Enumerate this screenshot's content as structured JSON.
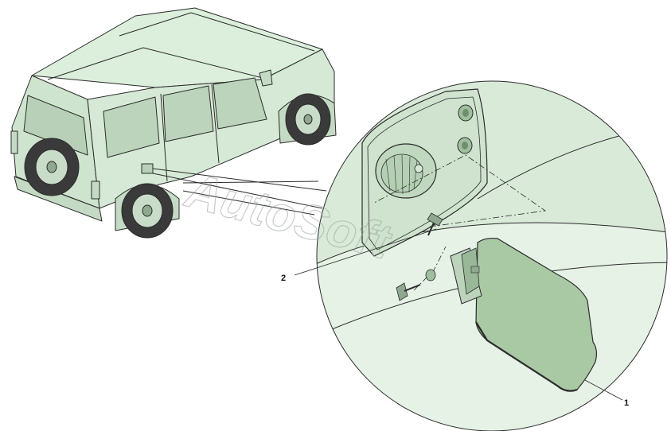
{
  "diagram": {
    "callouts": [
      {
        "id": "1",
        "label": "1"
      },
      {
        "id": "2",
        "label": "2"
      }
    ],
    "watermark": "AutoSoft",
    "colors": {
      "body": "#d6e9d6",
      "body_shade": "#bcd4bc",
      "outline": "#2b2b2b",
      "flap": "#a9c9a5",
      "flap_shade": "#8fb38b",
      "tyre": "#3a3a3a",
      "wheel": "#c9dcc9"
    }
  }
}
